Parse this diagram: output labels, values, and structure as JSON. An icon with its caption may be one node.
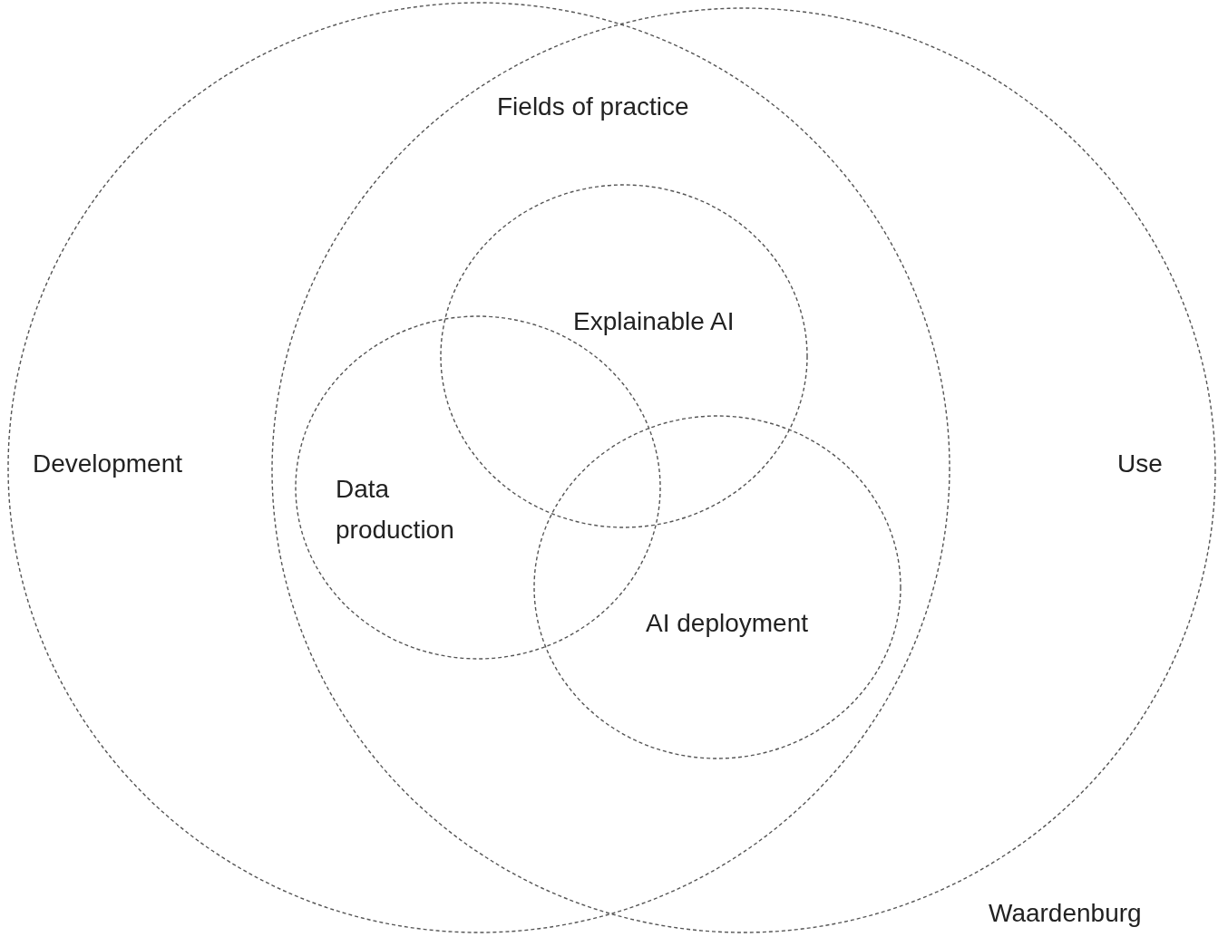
{
  "diagram": {
    "nodes": [
      {
        "text": [
          "Development"
        ]
      },
      {
        "text": [
          "Use"
        ]
      },
      {
        "text": [
          "Explainable AI"
        ]
      },
      {
        "text": [
          "Data production"
        ]
      },
      {
        "text": [
          "AI deployment"
        ]
      }
    ],
    "edges": [],
    "labels": [
      "Fields of practice",
      "Waardenburg"
    ]
  }
}
